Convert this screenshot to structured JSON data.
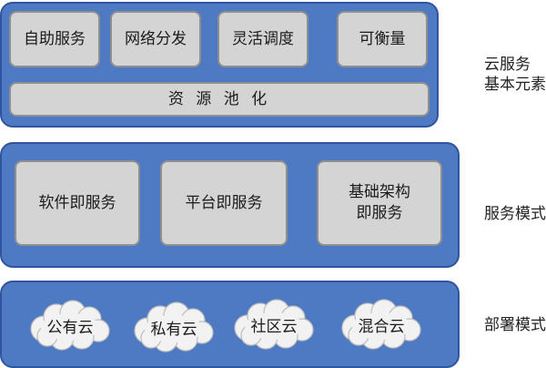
{
  "colors": {
    "band": "#4e79c3",
    "band_border": "#2f559e",
    "box": "#d4d4d4",
    "cloud": "#f2f2f2"
  },
  "layer1": {
    "items": [
      "自助服务",
      "网络分发",
      "灵活调度",
      "可衡量"
    ],
    "pool": "资 源 池 化",
    "label": "云服务\n基本元素"
  },
  "layer2": {
    "items": [
      "软件即服务",
      "平台即服务",
      "基础架构\n即服务"
    ],
    "label": "服务模式"
  },
  "layer3": {
    "items": [
      "公有云",
      "私有云",
      "社区云",
      "混合云"
    ],
    "label": "部署模式"
  }
}
